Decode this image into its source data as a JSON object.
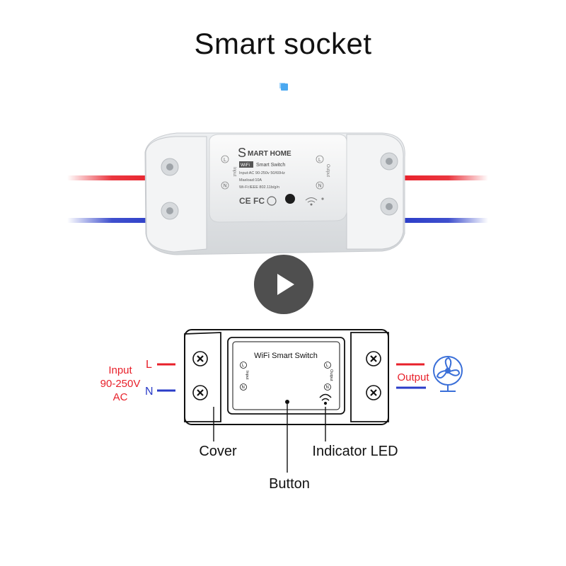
{
  "page": {
    "title": "Smart socket"
  },
  "product": {
    "brand_text": "MART HOME",
    "brand_initial": "S",
    "model_tag": "WiFi",
    "model_name": "Smart Switch",
    "spec_input": "Input:AC 90-250v 50/60Hz",
    "spec_max": "Maxload:10A",
    "spec_wifi": "Wi-Fi:IEEE 802.11b/g/n",
    "cert_marks": "CE FC",
    "side_left_label": "Input",
    "side_right_label": "Output",
    "terminal_l": "L",
    "terminal_n": "N"
  },
  "diagram": {
    "module_label": "WiFi Smart Switch",
    "inner_input_label": "Input",
    "inner_output_label": "Output",
    "terminal_l": "L",
    "terminal_n": "N",
    "input_line1": "Input",
    "input_line2": "90-250V",
    "input_line3": "AC",
    "output_label": "Output",
    "callout_cover": "Cover",
    "callout_indicator": "Indicator LED",
    "callout_button": "Button"
  },
  "colors": {
    "live_wire": "#e8202a",
    "neutral_wire": "#2a3cc8",
    "label_red": "#e8202a",
    "label_blue": "#2a3cc8",
    "fan_blue": "#3a6fd8"
  },
  "icons": {
    "play": "play-icon",
    "fan": "fan-icon",
    "wifi": "wifi-icon",
    "screw": "screw-icon"
  }
}
